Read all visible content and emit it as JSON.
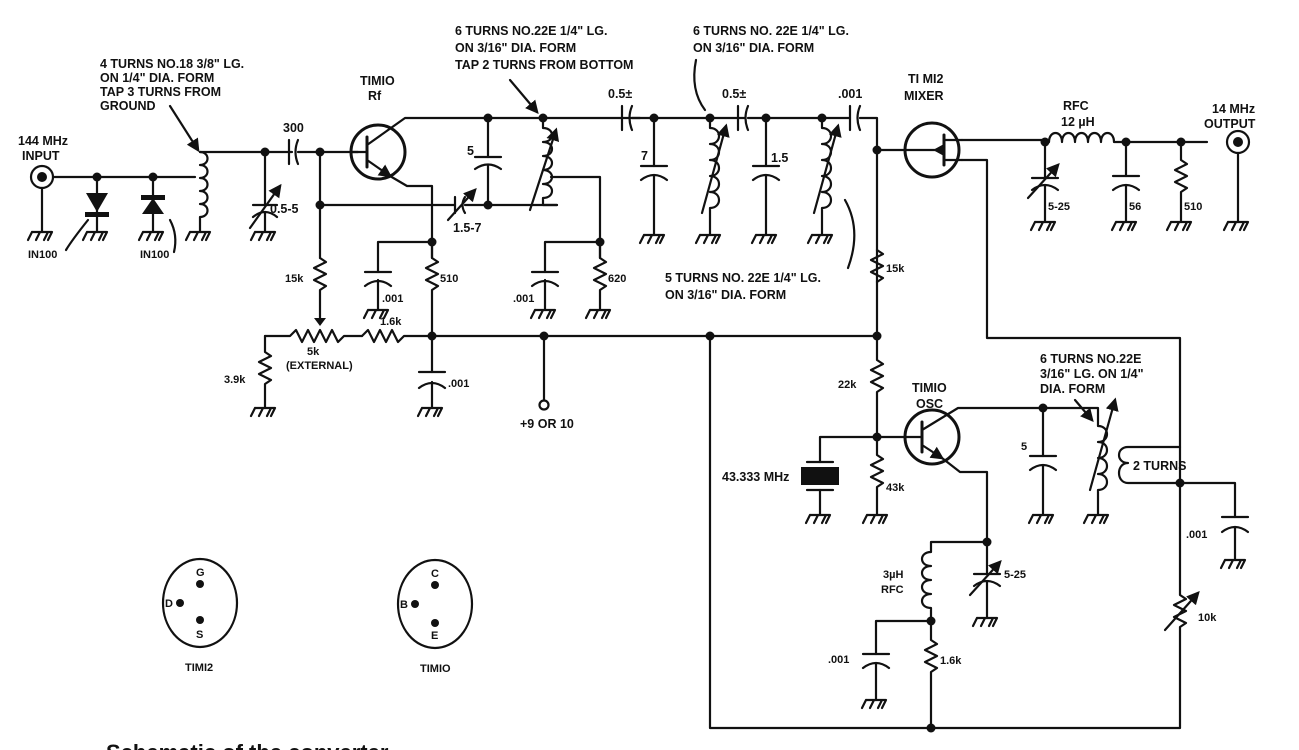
{
  "title": "144 MHz to 14 MHz converter schematic",
  "caption": "Schematic of the converter",
  "input": {
    "label1": "144 MHz",
    "label2": "INPUT"
  },
  "output": {
    "label1": "14 MHz",
    "label2": "OUTPUT"
  },
  "diodes": [
    {
      "label": "IN100"
    },
    {
      "label": "IN100"
    }
  ],
  "coils": {
    "input": [
      "4 TURNS NO.18 3/8\" LG.",
      "ON 1/4\" DIA. FORM",
      "TAP 3 TURNS FROM",
      "GROUND"
    ],
    "rf_tank": [
      "6 TURNS NO.22E 1/4\" LG.",
      "ON 3/16\" DIA. FORM",
      "TAP 2 TURNS FROM BOTTOM"
    ],
    "mid": [
      "6 TURNS NO. 22E 1/4\" LG.",
      "ON 3/16\" DIA. FORM"
    ],
    "last": [
      "5 TURNS NO. 22E 1/4\" LG.",
      "ON 3/16\" DIA. FORM"
    ],
    "osc": [
      "6 TURNS NO.22E",
      "3/16\" LG. ON 1/4\"",
      "DIA. FORM"
    ],
    "link": "2 TURNS"
  },
  "transistors": {
    "rf": {
      "part": "TIMIO",
      "role": "Rf"
    },
    "mixer": {
      "part": "TI MI2",
      "role": "MIXER"
    },
    "osc": {
      "part": "TIMIO",
      "role": "OSC"
    }
  },
  "capacitors": {
    "c_in": "300",
    "c_trim_in": "0.5-5",
    "c5_rf": "5",
    "c_trim_rf": "1.5-7",
    "c_bypass_e": ".001",
    "c_bypass_620": ".001",
    "c_coupling1": "0.5±",
    "c7": "7",
    "c_coupling2": "0.5±",
    "c15": "1.5",
    "c_coupling3": ".001",
    "c_bypass_supply": ".001",
    "c_out_trim": "5-25",
    "c56": "56",
    "c5_osc": "5",
    "c_osc_trim": "5-25",
    "c_osc_bypass": ".001",
    "c_link_bypass": ".001"
  },
  "resistors": {
    "r15k_base": "15k",
    "r510_e": "510",
    "r620": "620",
    "pot5k": "5k",
    "pot5k_note": "(EXTERNAL)",
    "r16k": "1.6k",
    "r39k": "3.9k",
    "r15k_mix": "15k",
    "r22k": "22k",
    "r43k": "43k",
    "r510_out": "510",
    "r16k_osc": "1.6k",
    "r10k": "10k"
  },
  "rfc": {
    "out": [
      "RFC",
      "12 µH"
    ],
    "osc": [
      "3µH",
      "RFC"
    ]
  },
  "crystal": "43.333 MHz",
  "supply": "+9 OR 10",
  "basing": [
    {
      "name": "TIMI2",
      "pins": [
        "G",
        "D",
        "S"
      ]
    },
    {
      "name": "TIMIO",
      "pins": [
        "C",
        "B",
        "E"
      ]
    }
  ]
}
